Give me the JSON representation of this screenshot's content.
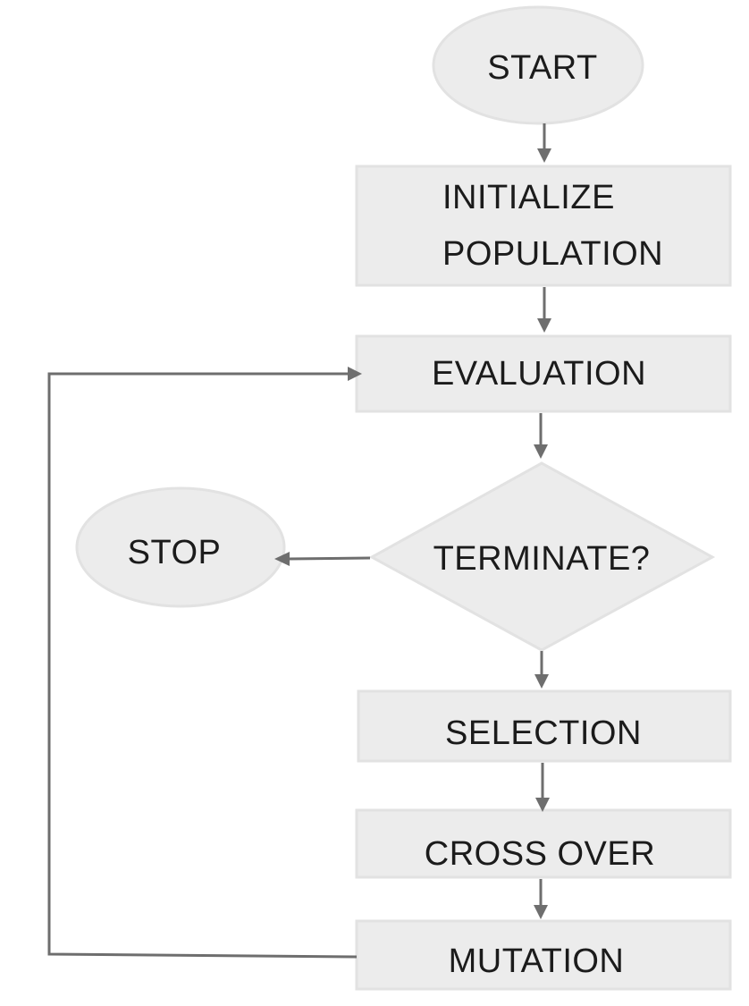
{
  "diagram": {
    "type": "flowchart",
    "nodes": {
      "start": {
        "label": "START",
        "shape": "ellipse"
      },
      "initialize_population": {
        "label_lines": [
          "INITIALIZE",
          "POPULATION"
        ],
        "shape": "rectangle"
      },
      "evaluation": {
        "label": "EVALUATION",
        "shape": "rectangle"
      },
      "terminate": {
        "label": "TERMINATE?",
        "shape": "diamond"
      },
      "stop": {
        "label": "STOP",
        "shape": "ellipse"
      },
      "selection": {
        "label": "SELECTION",
        "shape": "rectangle"
      },
      "cross_over": {
        "label": "CROSS OVER",
        "shape": "rectangle"
      },
      "mutation": {
        "label": "MUTATION",
        "shape": "rectangle"
      }
    },
    "edges": [
      {
        "from": "start",
        "to": "initialize_population"
      },
      {
        "from": "initialize_population",
        "to": "evaluation"
      },
      {
        "from": "evaluation",
        "to": "terminate"
      },
      {
        "from": "terminate",
        "to": "stop"
      },
      {
        "from": "terminate",
        "to": "selection"
      },
      {
        "from": "selection",
        "to": "cross_over"
      },
      {
        "from": "cross_over",
        "to": "mutation"
      },
      {
        "from": "mutation",
        "to": "evaluation"
      }
    ],
    "colors": {
      "node_fill": "#ececec",
      "node_border": "#e2e2e2",
      "connector": "#6e6e6e",
      "text": "#1b1b1b"
    }
  }
}
